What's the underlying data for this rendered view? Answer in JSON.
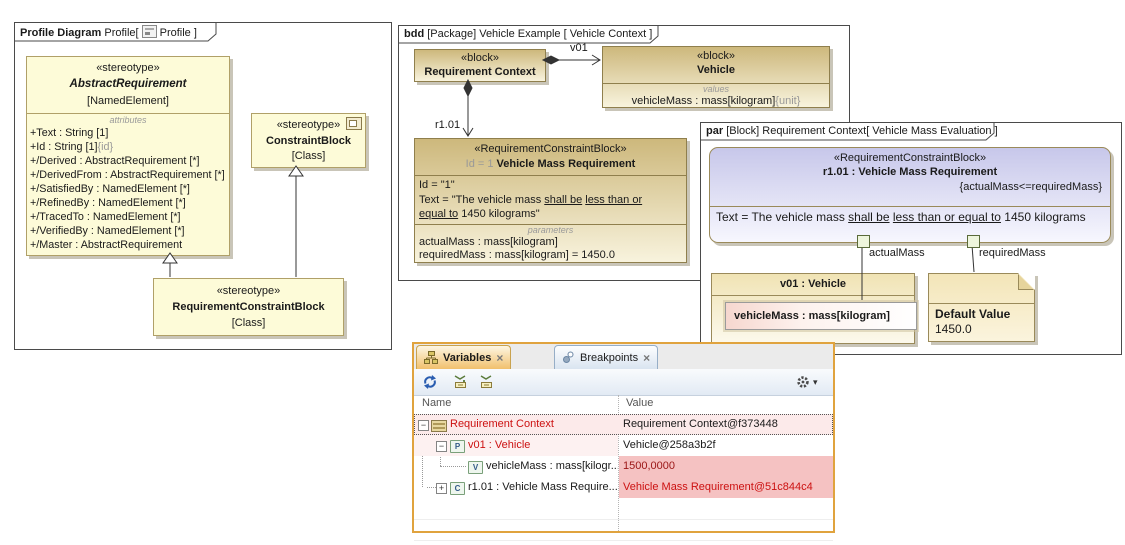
{
  "colors": {
    "block_tan_top": "#cdb87c",
    "block_cream_bottom": "#f8f3dd",
    "profile_yellow": "#fdfbd8",
    "constraint_lavender": "#c7c7ea",
    "note_tan": "#f3e5b8",
    "red_text": "#cc1111",
    "changed_value_bg": "#f5c2c2",
    "selected_row_bg": "#fceaea",
    "active_tab": "#f1c06d",
    "panel_border": "#e0a33e",
    "pin_fill": "#eef5dc",
    "refresh_blue": "#2a5db0"
  },
  "profile": {
    "header": {
      "title": "Profile Diagram",
      "ctx_pre": "Profile[",
      "ctx_post": "Profile ]"
    },
    "abstract_requirement": {
      "stereotype": "«stereotype»",
      "name": "AbstractRequirement",
      "meta": "[NamedElement]",
      "attributes_label": "attributes",
      "attributes": [
        {
          "t": "+Text : String [1]",
          "g": ""
        },
        {
          "t": "+Id : String [1]",
          "g": "{id}"
        },
        {
          "t": "+/Derived : AbstractRequirement [*]",
          "g": ""
        },
        {
          "t": "+/DerivedFrom : AbstractRequirement [*]",
          "g": ""
        },
        {
          "t": "+/SatisfiedBy : NamedElement [*]",
          "g": ""
        },
        {
          "t": "+/RefinedBy : NamedElement [*]",
          "g": ""
        },
        {
          "t": "+/TracedTo : NamedElement [*]",
          "g": ""
        },
        {
          "t": "+/VerifiedBy : NamedElement [*]",
          "g": ""
        },
        {
          "t": "+/Master : AbstractRequirement",
          "g": ""
        }
      ]
    },
    "constraint_block": {
      "stereotype": "«stereotype»",
      "name": "ConstraintBlock",
      "meta": "[Class]"
    },
    "requirement_constraint_block": {
      "stereotype": "«stereotype»",
      "name": "RequirementConstraintBlock",
      "meta": "[Class]"
    }
  },
  "bdd": {
    "header": {
      "kind": "bdd",
      "text": "[Package] Vehicle Example [ Vehicle Context ]"
    },
    "requirement_context": {
      "stereotype": "«block»",
      "name": "Requirement Context"
    },
    "vehicle": {
      "stereotype": "«block»",
      "name": "Vehicle",
      "values_label": "values",
      "value_text": "vehicleMass : mass[kilogram]",
      "value_tag": "{unit}"
    },
    "edge_v01": "v01",
    "edge_r101": "r1.01",
    "vmr": {
      "stereotype": "«RequirementConstraintBlock»",
      "id_gray": "Id = 1",
      "name": "Vehicle Mass Requirement",
      "line_id": "Id = \"1\"",
      "t1": "Text = \"The vehicle mass ",
      "t2": "shall be",
      "t3": " ",
      "t4": "less than or",
      "t5": "equal to",
      "t6": " 1450 kilograms\"",
      "parameters_label": "parameters",
      "param1": "actualMass : mass[kilogram]",
      "param2": "requiredMass : mass[kilogram] = 1450.0"
    }
  },
  "par": {
    "header": {
      "kind": "par",
      "text": "[Block] Requirement Context[ Vehicle Mass Evaluation ]"
    },
    "constraint": {
      "stereotype": "«RequirementConstraintBlock»",
      "name": "r1.01 : Vehicle Mass Requirement",
      "expr": "{actualMass<=requiredMass}",
      "t1": "Text = The vehicle mass ",
      "t2": "shall be",
      "t3": " ",
      "t4": "less than or equal to",
      "t5": " 1450 kilograms"
    },
    "pin_actual": "actualMass",
    "pin_required": "requiredMass",
    "vehicle_part": {
      "title": "v01 : Vehicle",
      "value": "vehicleMass : mass[kilogram]"
    },
    "note": {
      "title": "Default Value",
      "value": "1450.0"
    }
  },
  "panel": {
    "tabs": [
      {
        "label": "Variables",
        "close": "×"
      },
      {
        "label": "Breakpoints",
        "close": "×"
      }
    ],
    "gear_caret": "▾",
    "columns": {
      "name": "Name",
      "value": "Value"
    },
    "rows": [
      {
        "expander": "−",
        "name": "Requirement Context",
        "value": "Requirement Context@f373448"
      },
      {
        "expander": "−",
        "name": "v01 : Vehicle",
        "value": "Vehicle@258a3b2f"
      },
      {
        "expander": "",
        "name": "vehicleMass : mass[kilogr...",
        "value": "1500,0000"
      },
      {
        "expander": "+",
        "name": "r1.01 : Vehicle Mass Require...",
        "value": "Vehicle Mass Requirement@51c844c4"
      }
    ],
    "icon_letters": {
      "part": "P",
      "value": "V",
      "constraint": "C"
    }
  }
}
